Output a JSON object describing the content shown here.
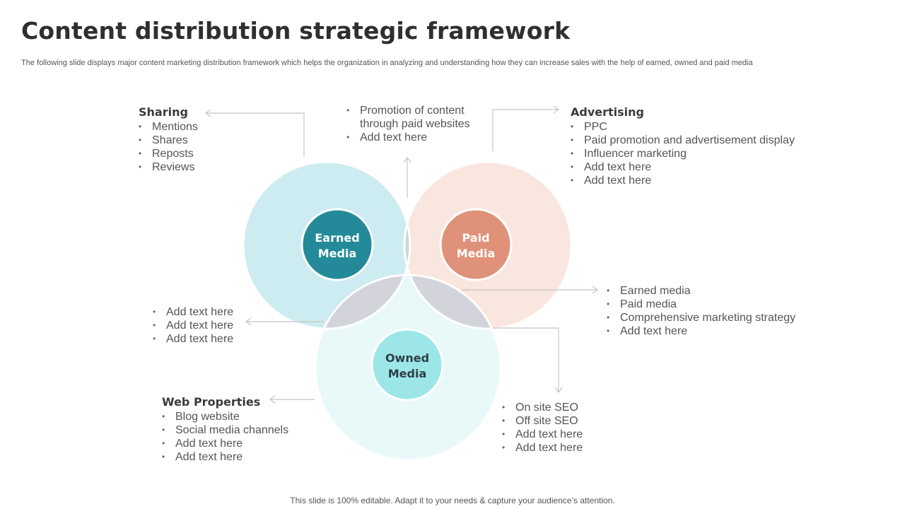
{
  "title": "Content distribution strategic framework",
  "subtitle": "The following slide displays major content marketing distribution framework which helps the organization in analyzing and understanding how they can increase sales with the help of earned, owned and paid media",
  "footer": "This slide is 100% editable. Adapt it to your needs & capture your audience’s attention.",
  "circles": {
    "earned": {
      "line1": "Earned",
      "line2": "Media",
      "color": "#248a9a",
      "area_color": "#cdecf1"
    },
    "paid": {
      "line1": "Paid",
      "line2": "Media",
      "color": "#e0917a",
      "area_color": "#f9e6df"
    },
    "owned": {
      "line1": "Owned",
      "line2": "Media",
      "color": "#9ce6e8",
      "area_color": "#e9f9f9"
    },
    "overlap_color": "#d3d4db",
    "center_color": "#2c3640"
  },
  "sharing": {
    "heading": "Sharing",
    "items": [
      "Mentions",
      "Shares",
      "Reposts",
      "Reviews"
    ]
  },
  "earned_paid": {
    "items": [
      "Promotion of content through paid websites",
      "Add text here"
    ]
  },
  "advertising": {
    "heading": "Advertising",
    "items": [
      "PPC",
      "Paid promotion and advertisement display",
      "Influencer  marketing",
      "Add text here",
      "Add text here"
    ]
  },
  "all_three": {
    "items": [
      "Earned media",
      "Paid media",
      "Comprehensive marketing strategy",
      "Add text here"
    ]
  },
  "earned_owned": {
    "items": [
      "Add text here",
      "Add text here",
      "Add text here"
    ]
  },
  "web_properties": {
    "heading": "Web Properties",
    "items": [
      "Blog website",
      "Social media channels",
      "Add text here",
      "Add text here"
    ]
  },
  "paid_owned": {
    "items": [
      "On site SEO",
      "Off site SEO",
      "Add text here",
      "Add text here"
    ]
  }
}
